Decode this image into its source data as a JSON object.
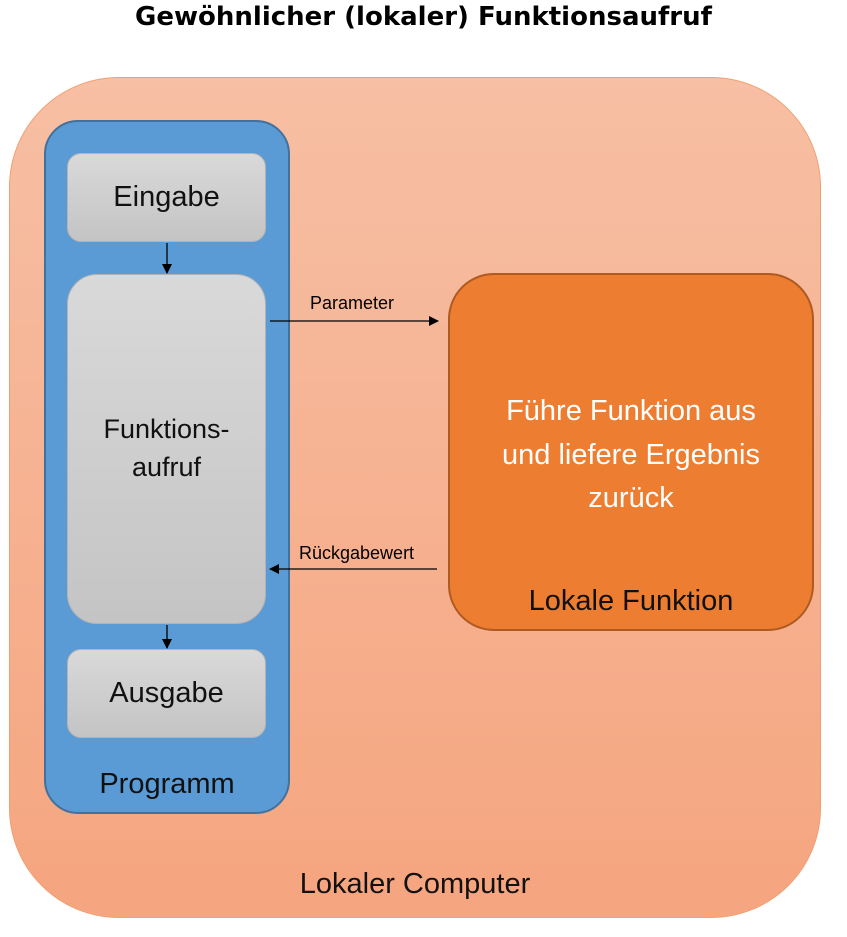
{
  "title": "Gewöhnlicher (lokaler) Funktionsaufruf",
  "computer": {
    "label": "Lokaler Computer"
  },
  "program": {
    "label": "Programm",
    "input_label": "Eingabe",
    "call_line1": "Funktions-",
    "call_line2": "aufruf",
    "output_label": "Ausgabe"
  },
  "function": {
    "line1": "Führe Funktion aus",
    "line2": "und liefere Ergebnis",
    "line3": "zurück",
    "label": "Lokale Funktion"
  },
  "arrows": {
    "parameter_label": "Parameter",
    "return_label": "Rückgabewert"
  }
}
